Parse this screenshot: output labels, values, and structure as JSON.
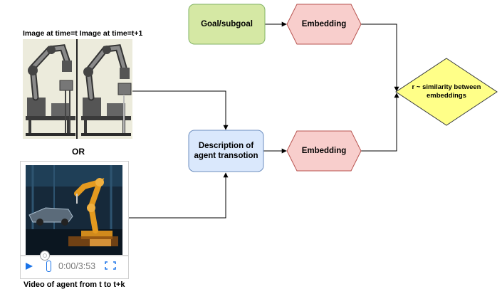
{
  "labels": {
    "image_caption": "Image at time=t Image at time=t+1",
    "or_label": "OR",
    "video_caption": "Video of agent from t to t+k"
  },
  "nodes": {
    "goal": "Goal/subgoal",
    "embedding_top": "Embedding",
    "description_line1": "Description of",
    "description_line2": "agent transotion",
    "embedding_bottom": "Embedding",
    "similarity_line1": "r ~ similarity between",
    "similarity_line2": "embeddings"
  },
  "video_player": {
    "time": "0:00/3:53"
  },
  "colors": {
    "goal_fill": "#d5e8a4",
    "goal_stroke": "#82b366",
    "embedding_fill": "#f8cecc",
    "embedding_stroke": "#b85450",
    "description_fill": "#dae8fc",
    "description_stroke": "#6c8ebf",
    "similarity_fill": "#ffff88",
    "similarity_stroke": "#36393d",
    "player_accent": "#1a73e8"
  },
  "icons": [
    "play-icon",
    "volume-icon",
    "fullscreen-icon",
    "scrubber-handle-icon"
  ]
}
